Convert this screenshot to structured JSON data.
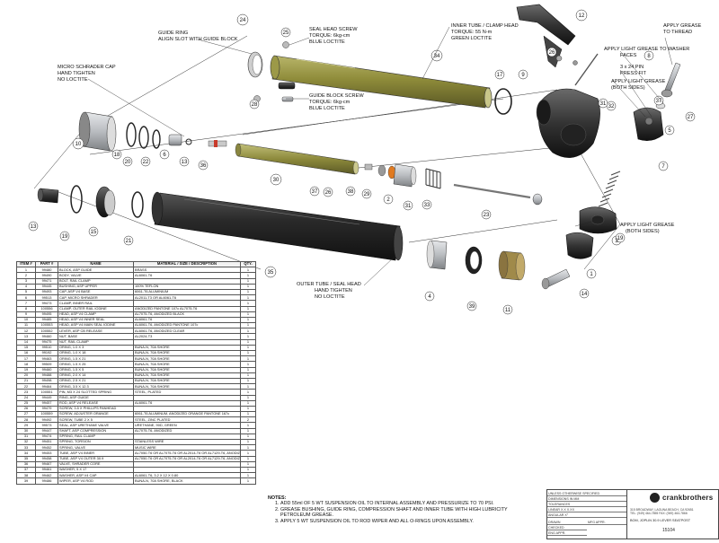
{
  "labels": {
    "guide_ring": [
      "GUIDE RING",
      "ALIGN SLOT WITH GUIDE BLOCK"
    ],
    "seal_head_screw": [
      "SEAL HEAD SCREW",
      "TORQUE: 6kg-cm",
      "BLUE LOCTITE"
    ],
    "inner_tube": [
      "INNER TUBE / CLAMP HEAD",
      "TORQUE: 55 N-m",
      "GREEN LOCTITE"
    ],
    "apply_grease_thread": [
      "APPLY GREASE",
      "TO THREAD"
    ],
    "apply_grease_washer": [
      "APPLY LIGHT GREASE TO WASHER",
      "FACES"
    ],
    "press_fit": [
      "3 x 24 PIN",
      "PRESS FIT"
    ],
    "apply_grease_both_top": [
      "APPLY LIGHT GREASE",
      "(BOTH SIDES)"
    ],
    "micro_schrader": [
      "MICRO SCHRADER CAP",
      "HAND TIGHTEN",
      "NO LOCTITE"
    ],
    "guide_block_screw": [
      "GUIDE BLOCK SCREW",
      "TORQUE: 6kg-cm",
      "BLUE LOCTITE"
    ],
    "apply_grease_both_bottom": [
      "APPLY LIGHT GREASE",
      "(BOTH SIDES)"
    ],
    "outer_tube": [
      "OUTER TUBE / SEAL HEAD",
      "HAND TIGHTEN",
      "NO LOCTITE"
    ]
  },
  "callouts": [
    "24",
    "25",
    "34",
    "12",
    "8",
    "9",
    "17",
    "32",
    "26",
    "31",
    "27",
    "28",
    "7",
    "10",
    "18",
    "20",
    "22",
    "6",
    "13",
    "36",
    "30",
    "37",
    "5",
    "26",
    "38",
    "29",
    "2",
    "31",
    "33",
    "23",
    "35",
    "3",
    "1",
    "11",
    "39",
    "4",
    "13",
    "19",
    "21",
    "15",
    "14",
    "37",
    "19"
  ],
  "bom": {
    "headers": [
      "ITEM #",
      "PART #",
      "NAME",
      "MATERIAL / SIZE / DESCRIPTION",
      "QTY."
    ],
    "rows": [
      [
        "1",
        "99480",
        "BLOCK, ASP GUIDE",
        "BRASS",
        "1"
      ],
      [
        "2",
        "99490",
        "BODY, VALVE",
        "AL6061-T6",
        "1"
      ],
      [
        "3",
        "99471",
        "BOLT, RAIL CLAMP",
        "",
        "1"
      ],
      [
        "4",
        "99445",
        "BUSHING, ASP UPPER",
        "100% TEFLON",
        "1"
      ],
      [
        "5",
        "99493",
        "CAP, ASP V4 BASE",
        "6061-T6 ALUMINIUM",
        "1"
      ],
      [
        "6",
        "99513",
        "CAP, MICRO SHRADER",
        "AL2011-T3 OR AL6061-T6",
        "1"
      ],
      [
        "7",
        "99473",
        "CLAMP, INNER RAIL",
        "",
        "1"
      ],
      [
        "8",
        "100556",
        "CLAMP, OUTER RAIL IODINE",
        "ANODIZED PANTONE 107c AL7075-T6",
        "1"
      ],
      [
        "9",
        "99495",
        "HEAD, ASP V4 CLAMP",
        "AL7075-T6, ANODIZED BLACK",
        "1"
      ],
      [
        "10",
        "99485",
        "HEAD, ASP V4 INNER SEAL",
        "AL6061-T6",
        "1"
      ],
      [
        "11",
        "100553",
        "HEAD, ASP V4 MAIN SEAL IODINE",
        "AL6061-T6, ANODIZED PANTONE 107c",
        "1"
      ],
      [
        "12",
        "100552",
        "LEVER, ASP CB RELEASE",
        "AL6061-T6, ANODIZED CLEAR",
        "1"
      ],
      [
        "13",
        "99460",
        "NUT, BASE",
        "AL2024-T3",
        "1"
      ],
      [
        "14",
        "99475",
        "NUT, RAIL CLAMP",
        "",
        "1"
      ],
      [
        "15",
        "99510",
        "ORING, 1.0 X 3",
        "BUNA-N, 70A SHORE",
        "1"
      ],
      [
        "16",
        "99192",
        "ORING, 1.0 X 18",
        "BUNA-N, 70A SHORE",
        "1"
      ],
      [
        "17",
        "99463",
        "ORING, 1.5 X 21",
        "BUNA-N, 70A SHORE",
        "1"
      ],
      [
        "18",
        "99509",
        "ORING, 1.5 X 25",
        "BUNA-N, 70A SHORE",
        "1"
      ],
      [
        "19",
        "99460",
        "ORING, 1.5 X 5",
        "BUNA-N, 70A SHORE",
        "1"
      ],
      [
        "20",
        "99488",
        "ORING, 2.0 X 14",
        "BUNA-N, 70A SHORE",
        "1"
      ],
      [
        "21",
        "99498",
        "ORING, 2.5 X 21",
        "BUNA-N, 70A SHORE",
        "1"
      ],
      [
        "22",
        "99464",
        "ORING, 3.5 X 12.3",
        "BUNA-N, 70A SHORE",
        "1"
      ],
      [
        "23",
        "100551",
        "PIN, M3 X 24 SLOTTED SPRING",
        "STEEL, PLATED",
        "1"
      ],
      [
        "24",
        "99449",
        "RING, ASP GUIDE",
        "",
        "1"
      ],
      [
        "25",
        "99457",
        "ROD, ASP V4 RELEASE",
        "AL6061-T6",
        "1"
      ],
      [
        "26",
        "99479",
        "SCREW, 3.5 X PHILLIPS PANHEAD",
        "",
        "1"
      ],
      [
        "27",
        "100559",
        "SCREW, ADJUSTER ORANGE",
        "6061-T6 ALUMINUM, ANODIZED ORANGE PANTONE 167c",
        "1"
      ],
      [
        "28",
        "99492",
        "SCREW, TUBE 2 X 5",
        "STEEL, ZINC PLATED",
        "2"
      ],
      [
        "29",
        "99573",
        "SEAL, ASP URETHANE VALVE",
        "URETHANE, 90D, GREEN",
        "1"
      ],
      [
        "30",
        "99447",
        "SHAFT, ASP COMPRESSION",
        "AL7075-T6, ANODIZED",
        "1"
      ],
      [
        "31",
        "99474",
        "SPRING, RAIL CLAMP",
        "",
        "1"
      ],
      [
        "32",
        "99451",
        "SPRING, TORSION",
        "STAINLESS WIRE",
        "1"
      ],
      [
        "33",
        "99452",
        "SPRING, VALVE",
        "MUSIC WIRE",
        "1"
      ],
      [
        "34",
        "99453",
        "TUBE, ASP V4 INNER",
        "AL7050-T6 OR AL7075-T6 OR AL2014-T6 OR AL7129-T6, ANODIZED",
        "1"
      ],
      [
        "35",
        "99458",
        "TUBE, ASP V4 OUTER 30.9",
        "AL7050-T6 OR AL7075-T6 OR AL2014-T6 OR AL7129-T6, ANODIZED",
        "1"
      ],
      [
        "36",
        "99467",
        "VALVE, SHRADER CORE",
        "",
        "1"
      ],
      [
        "37",
        "99461",
        "WASHER, 5 X 17",
        "",
        "1"
      ],
      [
        "38",
        "99462",
        "WASHER, ASP V4 CAP",
        "AL6061-T6, 3.2 X 12 X 0.80",
        "1"
      ],
      [
        "39",
        "99486",
        "WIPER, ASP V4 ROD",
        "BUNA-N, 70A SHORE, BLACK",
        "1"
      ]
    ]
  },
  "notes": {
    "title": "NOTES:",
    "items": [
      "ADD 55ml OF 5 WT SUSPENSION OIL TO INTERNAL ASSEMBLY AND PRESSURIZE TO 70 PSI.",
      "GREASE BUSHING, GUIDE RING, COMPRESSION SHAFT AND INNER TUBE WITH HIGH LUBRICITY PETROLEUM GREASE.",
      "APPLY 5 WT SUSPENSION OIL TO ROD WIPER AND ALL O-RINGS UPON ASSEMBLY."
    ]
  },
  "title_block": {
    "brand": "crankbrothers",
    "tolerances": "TOLERANCES",
    "rows": [
      "UNLESS OTHERWISE SPECIFIED",
      "DIMENSIONS IN MM",
      "TOLERANCES",
      "LINEAR X.X  X.XX",
      "ANGULAR X°"
    ],
    "address": [
      "315 BROADWAY, LAGUNA BEACH, CA 92651",
      "TEL: (949) 464-7855  FAX: (949) 464-7866"
    ],
    "drawing_title": "BOM, JOPLIN 30.9 LEVER SEATPOST",
    "doc_no": "15104",
    "drawn": [
      "DRAWN",
      "CHECKED",
      "ENG APPR.",
      "MFG APPR."
    ]
  },
  "colors": {
    "inner_tube": "#8f8c3a",
    "outer_tube": "#2a2a2a",
    "aluminum": "#b9bcc0",
    "dark_part": "#333333",
    "orange": "#e07a20",
    "line": "#222222"
  }
}
